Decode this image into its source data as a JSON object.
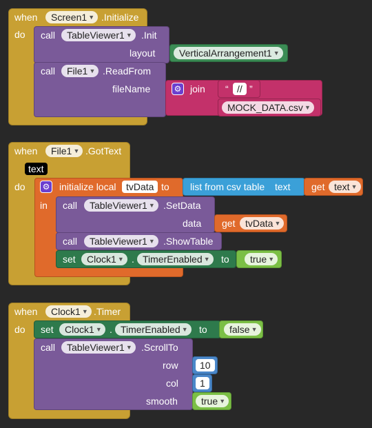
{
  "b1": {
    "when": "when",
    "component": "Screen1",
    "event": ".Initialize",
    "do": "do",
    "call1": "call",
    "call1_component": "TableViewer1",
    "call1_method": ".Init",
    "layout_label": "layout",
    "layout_value": "VerticalArrangement1",
    "call2": "call",
    "call2_component": "File1",
    "call2_method": ".ReadFrom",
    "filename_label": "fileName",
    "join": "join",
    "quote_open": "“",
    "slashes": "//",
    "quote_close": "”",
    "file_value": "MOCK_DATA.csv"
  },
  "b2": {
    "when": "when",
    "component": "File1",
    "event": ".GotText",
    "param": "text",
    "do": "do",
    "init": "initialize local",
    "var": "tvData",
    "to": "to",
    "list_from": "list from csv table",
    "text_label": "text",
    "get": "get",
    "get_var": "text",
    "in": "in",
    "call1": "call",
    "call1_component": "TableViewer1",
    "call1_method": ".SetData",
    "data_label": "data",
    "get2": "get",
    "get2_var": "tvData",
    "call2": "call",
    "call2_component": "TableViewer1",
    "call2_method": ".ShowTable",
    "set": "set",
    "set_component": "Clock1",
    "dot": ".",
    "set_prop": "TimerEnabled",
    "to2": "to",
    "set_value": "true"
  },
  "b3": {
    "when": "when",
    "component": "Clock1",
    "event": ".Timer",
    "do": "do",
    "set": "set",
    "set_component": "Clock1",
    "dot": ".",
    "set_prop": "TimerEnabled",
    "to": "to",
    "set_value": "false",
    "call": "call",
    "call_component": "TableViewer1",
    "call_method": ".ScrollTo",
    "row_label": "row",
    "row_value": "10",
    "col_label": "col",
    "col_value": "1",
    "smooth_label": "smooth",
    "smooth_value": "true"
  }
}
